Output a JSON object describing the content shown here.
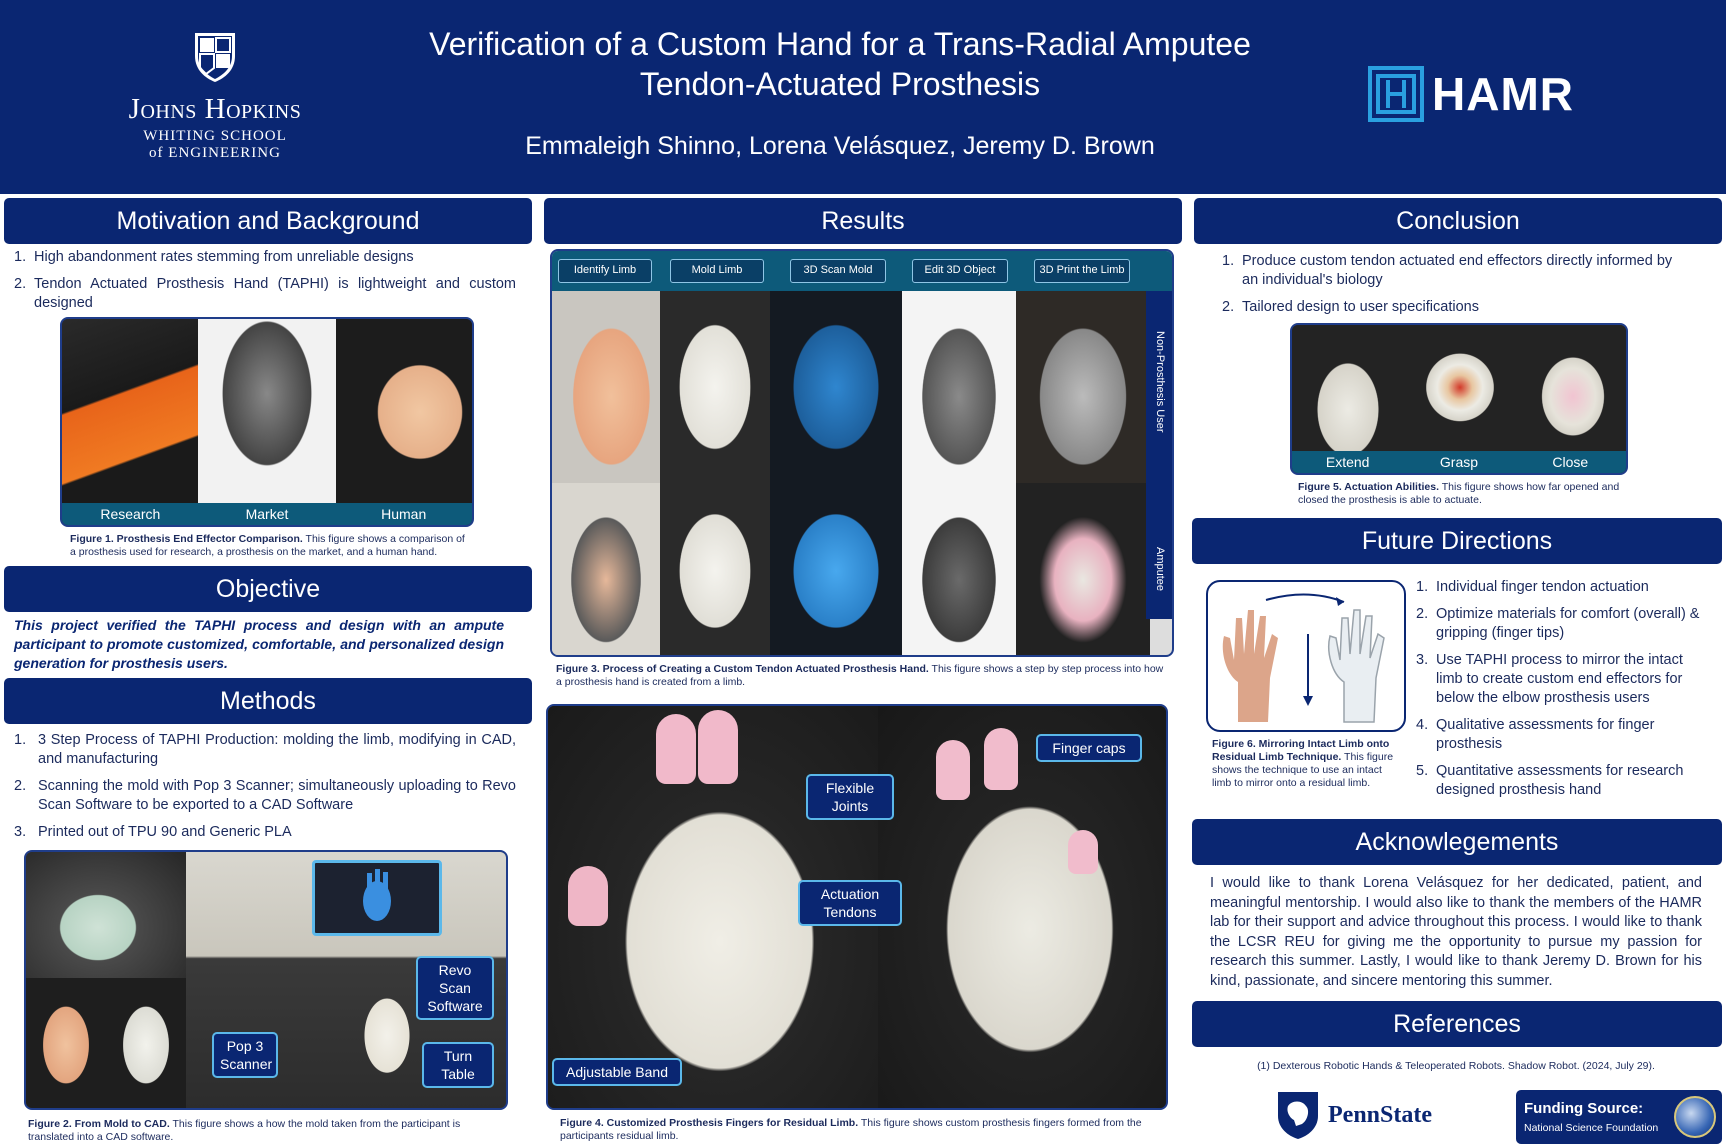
{
  "header": {
    "title_line1": "Verification of a Custom Hand for a Trans-Radial Amputee",
    "title_line2": "Tendon-Actuated Prosthesis",
    "authors": "Emmaleigh Shinno, Lorena Velásquez, Jeremy D. Brown",
    "jhu_name": "Johns Hopkins",
    "jhu_sub1": "WHITING SCHOOL",
    "jhu_sub2": "of ENGINEERING",
    "hamr": "HAMR"
  },
  "motivation": {
    "heading": "Motivation and Background",
    "items": [
      {
        "num": "1.",
        "text": "High abandonment rates stemming from unreliable designs"
      },
      {
        "num": "2.",
        "text": "Tendon Actuated Prosthesis Hand (TAPHI) is lightweight and custom designed"
      }
    ],
    "fig_labels": [
      "Research",
      "Market",
      "Human"
    ],
    "caption_bold": "Figure 1. Prosthesis End Effector Comparison.",
    "caption_text": " This figure shows a comparison of a prosthesis used for research, a prosthesis on the market, and a human hand."
  },
  "objective": {
    "heading": "Objective",
    "text": "This project verified the TAPHI process and design  with an ampute participant to promote customized, comfortable, and personalized design generation for prosthesis users."
  },
  "methods": {
    "heading": "Methods",
    "items": [
      {
        "num": "1.",
        "text": "3 Step Process of TAPHI Production: molding the limb, modifying in CAD, and manufacturing"
      },
      {
        "num": "2.",
        "text": "Scanning the mold with Pop 3 Scanner; simultaneously uploading to Revo Scan Software to be exported to a CAD Software"
      },
      {
        "num": "3.",
        "text": "Printed out of TPU 90 and Generic PLA"
      }
    ],
    "callouts": {
      "revo": "Revo Scan Software",
      "pop": "Pop 3 Scanner",
      "turn": "Turn Table"
    },
    "caption_bold": "Figure 2. From Mold to CAD.",
    "caption_text": " This figure shows a how the mold taken from the participant is translated into a CAD software."
  },
  "results": {
    "heading": "Results",
    "steps": [
      "Identify Limb",
      "Mold Limb",
      "3D Scan Mold",
      "Edit 3D Object",
      "3D Print the Limb"
    ],
    "side_labels": [
      "Non-Prosthesis User",
      "Amputee"
    ],
    "fig3_caption_bold": "Figure 3. Process of Creating a Custom Tendon Actuated Prosthesis Hand.",
    "fig3_caption_text": " This figure shows a step by step process into how a prosthesis hand is created from a limb.",
    "callouts": {
      "finger": "Finger caps",
      "flex": "Flexible Joints",
      "tendons": "Actuation Tendons",
      "band": "Adjustable Band"
    },
    "fig4_caption_bold": "Figure 4. Customized Prosthesis Fingers for Residual Limb.",
    "fig4_caption_text": " This figure shows custom prosthesis fingers formed from the participants residual limb."
  },
  "conclusion": {
    "heading": "Conclusion",
    "items": [
      {
        "num": "1.",
        "text": "Produce custom tendon actuated end effectors directly informed by an individual's biology"
      },
      {
        "num": "2.",
        "text": "Tailored design to user specifications"
      }
    ],
    "fig_labels": [
      "Extend",
      "Grasp",
      "Close"
    ],
    "caption_bold": "Figure 5. Actuation Abilities.",
    "caption_text": " This figure shows how far opened and closed the prosthesis is able to actuate."
  },
  "future": {
    "heading": "Future Directions",
    "items": [
      {
        "num": "1.",
        "text": "Individual finger tendon actuation"
      },
      {
        "num": "2.",
        "text": "Optimize materials for comfort (overall) & gripping (finger tips)"
      },
      {
        "num": "3.",
        "text": "Use TAPHI process to mirror the intact limb to create custom end effectors for below the elbow prosthesis users"
      },
      {
        "num": "4.",
        "text": "Qualitative assessments for finger prosthesis"
      },
      {
        "num": "5.",
        "text": "Quantitative assessments for research designed prosthesis hand"
      }
    ],
    "caption_bold": "Figure 6. Mirroring Intact Limb onto Residual Limb Technique.",
    "caption_text": " This figure shows the technique to use an intact limb to mirror onto a residual limb."
  },
  "ack": {
    "heading": "Acknowlegements",
    "text": "I would like to thank Lorena Velásquez for her dedicated, patient, and meaningful mentorship. I would also like to thank the members of the HAMR lab for their support and advice throughout this process. I would like to thank the LCSR REU for giving me the opportunity to pursue my passion for research this summer. Lastly, I would like to thank Jeremy D. Brown for his kind, passionate, and sincere mentoring this summer."
  },
  "references": {
    "heading": "References",
    "text": "(1) Dexterous Robotic Hands & Teleoperated Robots. Shadow Robot. (2024, July 29)."
  },
  "footer": {
    "pennstate": "PennState",
    "funding_title": "Funding Source:",
    "funding_sub": "National Science Foundation"
  },
  "colors": {
    "navy": "#0a2672",
    "teal": "#0d5a7a",
    "accent": "#5bb8ea"
  }
}
